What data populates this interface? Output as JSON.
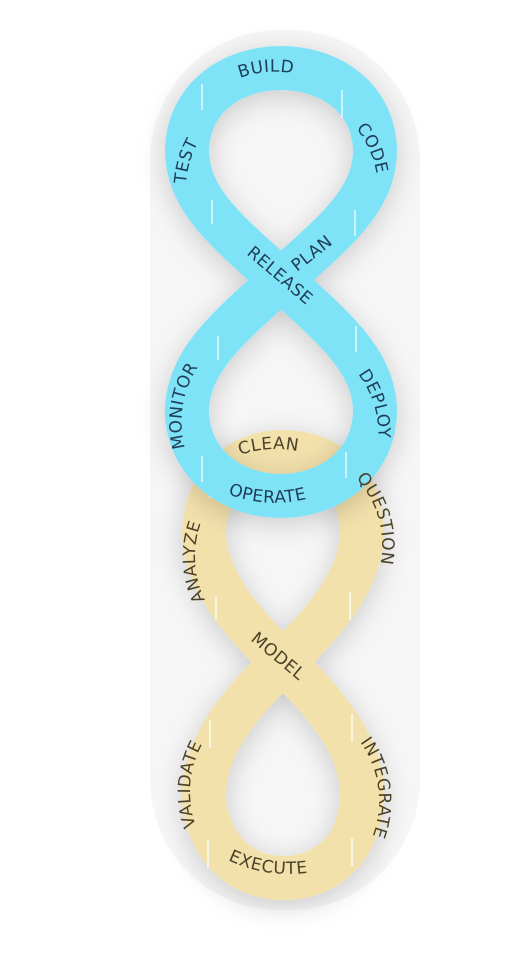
{
  "diagram": {
    "devops_loop": {
      "color": "#7fe3f8",
      "stages": {
        "plan": "PLAN",
        "code": "CODE",
        "build": "BUILD",
        "test": "TEST",
        "release": "RELEASE",
        "deploy": "DEPLOY",
        "operate": "OPERATE",
        "monitor": "MONITOR"
      }
    },
    "data_loop": {
      "color": "#f3e1ac",
      "stages": {
        "clean": "CLEAN",
        "question": "QUESTION",
        "analyze": "ANALYZE",
        "model": "MODEL",
        "validate": "VALIDATE",
        "execute": "EXECUTE",
        "integrate": "INTEGRATE"
      }
    }
  }
}
